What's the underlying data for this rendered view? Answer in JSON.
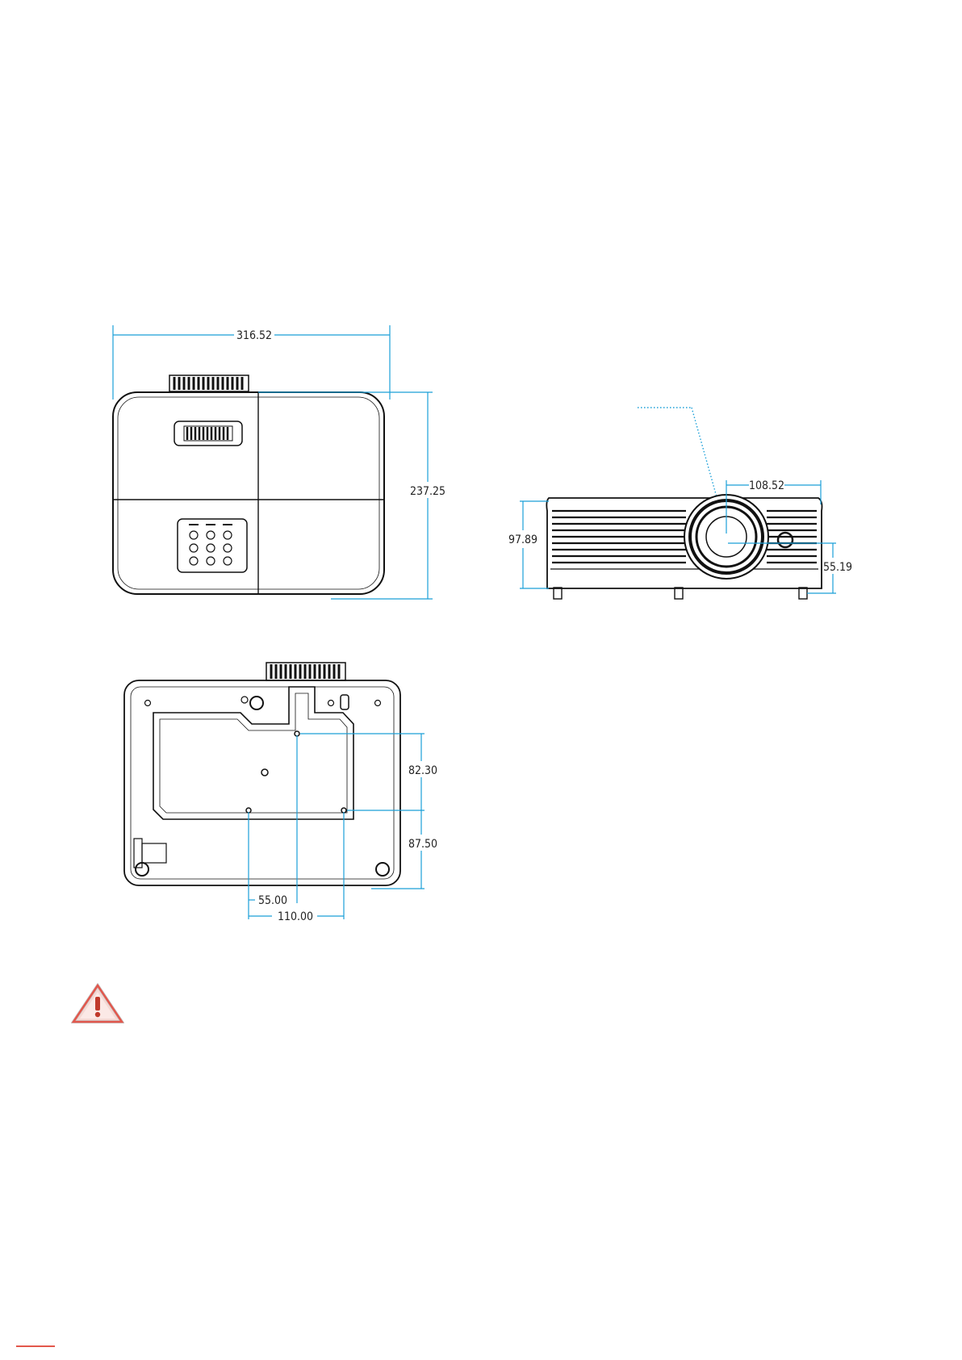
{
  "dimensions": {
    "top_width": "316.52",
    "top_depth": "237.25",
    "front_height": "97.89",
    "lens_offset_x": "108.52",
    "lens_height": "55.19",
    "mount_depth_1": "82.30",
    "mount_depth_2": "87.50",
    "mount_offset_x": "55.00",
    "mount_span_x": "110.00"
  },
  "colors": {
    "dimension": "#1b9fd8",
    "outline": "#111111",
    "warning": "#e2574c",
    "footer_rule": "#e2574c"
  },
  "icons": {
    "warning": "warning-triangle-icon"
  }
}
